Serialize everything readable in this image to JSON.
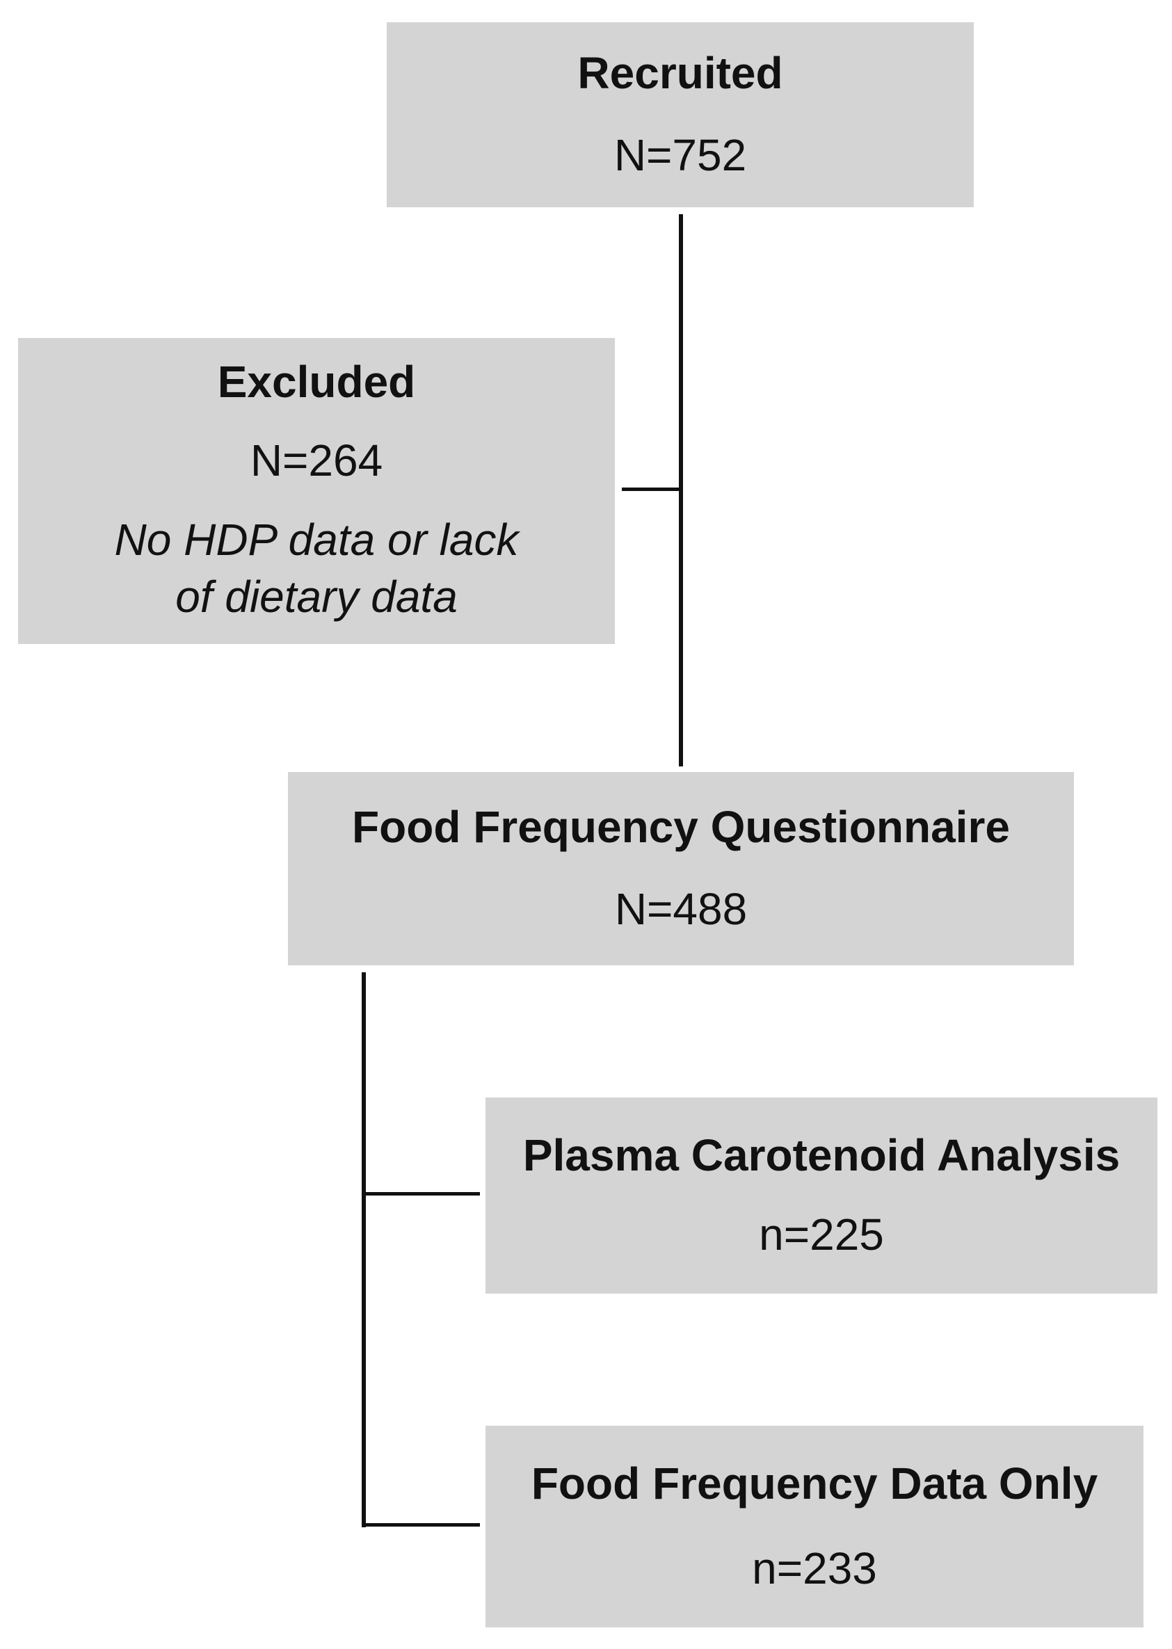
{
  "recruited": {
    "title": "Recruited",
    "count": "N=752"
  },
  "excluded": {
    "title": "Excluded",
    "count": "N=264",
    "note_line1": "No HDP data or lack",
    "note_line2": "of dietary data"
  },
  "ffq": {
    "title": "Food Frequency Questionnaire",
    "count": "N=488"
  },
  "plasma": {
    "title": "Plasma Carotenoid Analysis",
    "count": "n=225"
  },
  "ffd_only": {
    "title": "Food Frequency Data Only",
    "count": "n=233"
  },
  "colors": {
    "box_fill": "#d4d4d4",
    "line": "#111111",
    "text": "#111111"
  }
}
